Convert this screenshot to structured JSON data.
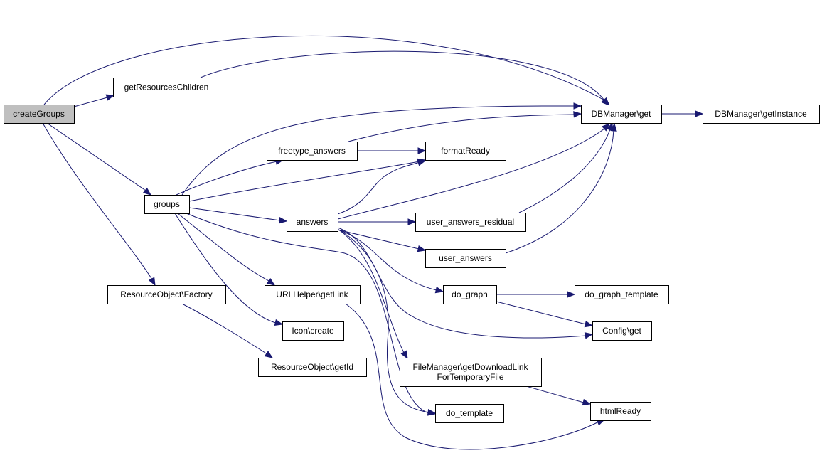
{
  "nodes": [
    {
      "id": "createGroups",
      "label": "createGroups",
      "root": true
    },
    {
      "id": "getResourcesChildren",
      "label": "getResourcesChildren"
    },
    {
      "id": "dbget",
      "label": "DBManager\\get"
    },
    {
      "id": "getInstance",
      "label": "DBManager\\getInstance"
    },
    {
      "id": "freetype",
      "label": "freetype_answers"
    },
    {
      "id": "formatReady",
      "label": "formatReady"
    },
    {
      "id": "groups",
      "label": "groups"
    },
    {
      "id": "answers",
      "label": "answers"
    },
    {
      "id": "uar",
      "label": "user_answers_residual"
    },
    {
      "id": "ua",
      "label": "user_answers"
    },
    {
      "id": "factory",
      "label": "ResourceObject\\Factory"
    },
    {
      "id": "urlhelper",
      "label": "URLHelper\\getLink"
    },
    {
      "id": "dograph",
      "label": "do_graph"
    },
    {
      "id": "dographtpl",
      "label": "do_graph_template"
    },
    {
      "id": "iconcreate",
      "label": "Icon\\create"
    },
    {
      "id": "configget",
      "label": "Config\\get"
    },
    {
      "id": "getid",
      "label": "ResourceObject\\getId"
    },
    {
      "id": "fmlink",
      "label": [
        "FileManager\\getDownloadLink",
        "ForTemporaryFile"
      ]
    },
    {
      "id": "htmlReady",
      "label": "htmlReady"
    },
    {
      "id": "dotemplate",
      "label": "do_template"
    }
  ],
  "edges": [
    {
      "from": "createGroups",
      "to": "dbget"
    },
    {
      "from": "createGroups",
      "to": "getResourcesChildren"
    },
    {
      "from": "createGroups",
      "to": "groups"
    },
    {
      "from": "createGroups",
      "to": "factory"
    },
    {
      "from": "getResourcesChildren",
      "to": "dbget"
    },
    {
      "from": "dbget",
      "to": "getInstance"
    },
    {
      "from": "freetype",
      "to": "dbget"
    },
    {
      "from": "freetype",
      "to": "formatReady"
    },
    {
      "from": "groups",
      "to": "dbget"
    },
    {
      "from": "groups",
      "to": "freetype"
    },
    {
      "from": "groups",
      "to": "formatReady"
    },
    {
      "from": "groups",
      "to": "answers"
    },
    {
      "from": "groups",
      "to": "urlhelper"
    },
    {
      "from": "groups",
      "to": "iconcreate"
    },
    {
      "from": "groups",
      "to": "dotemplate"
    },
    {
      "from": "answers",
      "to": "dbget"
    },
    {
      "from": "answers",
      "to": "formatReady"
    },
    {
      "from": "answers",
      "to": "uar"
    },
    {
      "from": "answers",
      "to": "ua"
    },
    {
      "from": "answers",
      "to": "dograph"
    },
    {
      "from": "answers",
      "to": "configget"
    },
    {
      "from": "answers",
      "to": "fmlink"
    },
    {
      "from": "answers",
      "to": "dotemplate"
    },
    {
      "from": "uar",
      "to": "dbget"
    },
    {
      "from": "ua",
      "to": "dbget"
    },
    {
      "from": "dograph",
      "to": "dographtpl"
    },
    {
      "from": "dograph",
      "to": "configget"
    },
    {
      "from": "factory",
      "to": "getid"
    },
    {
      "from": "urlhelper",
      "to": "htmlReady"
    },
    {
      "from": "fmlink",
      "to": "htmlReady"
    }
  ]
}
